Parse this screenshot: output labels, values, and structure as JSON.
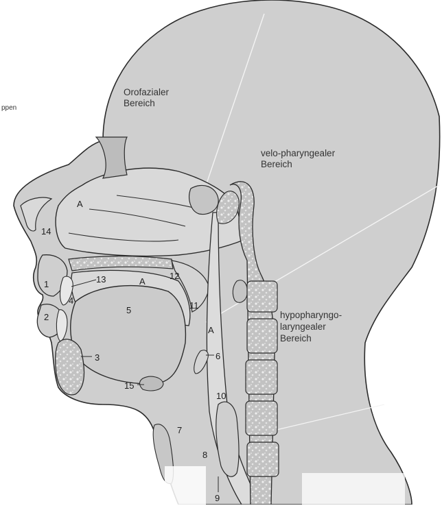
{
  "diagram": {
    "regions": {
      "orofacial_line1": "Orofazialer",
      "orofacial_line2": "Bereich",
      "velo_line1": "velo-pharyngealer",
      "velo_line2": "Bereich",
      "hypo_line1": "hypopharyngo-",
      "hypo_line2": "laryngealer",
      "hypo_line3": "Bereich"
    },
    "cut_text": "ppen",
    "labels": {
      "a_nasal": "A",
      "a_oral": "A",
      "a_pharynx": "A",
      "n1": "1",
      "n2": "2",
      "n3": "3",
      "n4": "4",
      "n5": "5",
      "n6": "6",
      "n7": "7",
      "n8": "8",
      "n9": "9",
      "n10": "10",
      "n11": "11",
      "n12": "12",
      "n13": "13",
      "n14": "14",
      "n15": "15"
    },
    "colors": {
      "fill": "#cfcfcf",
      "stroke": "#2b2b2b",
      "bone": "#b6b6b6",
      "background": "#ffffff"
    }
  }
}
